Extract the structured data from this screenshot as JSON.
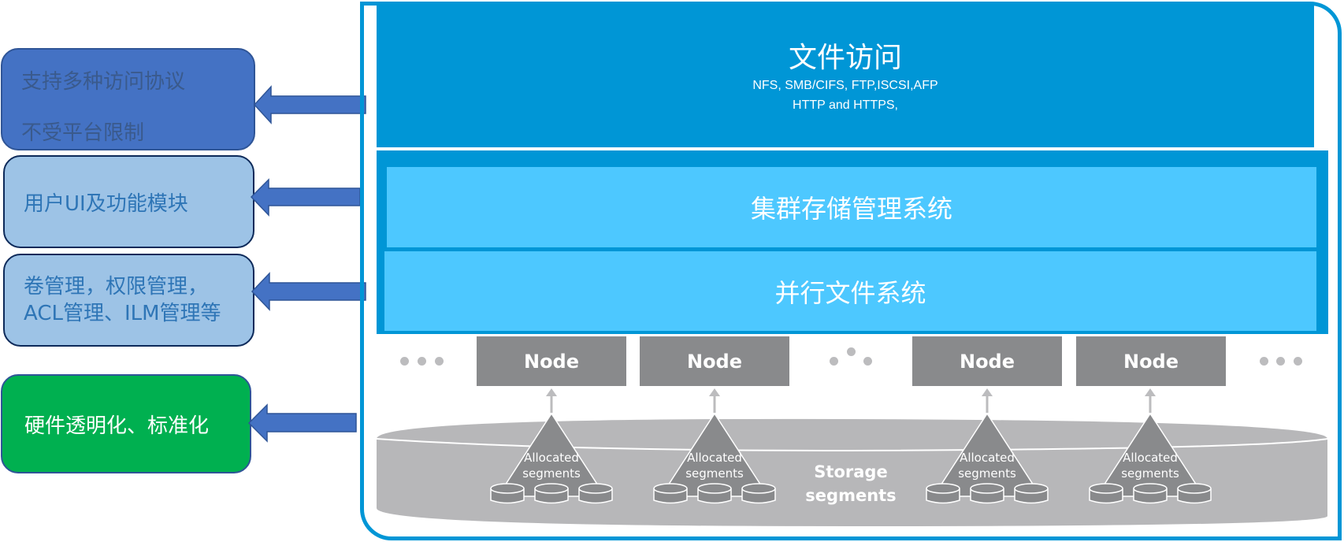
{
  "callouts": [
    {
      "lines": [
        "支持多种访问协议",
        "不受平台限制"
      ],
      "color": "#4472c4"
    },
    {
      "lines": [
        "用户UI及功能模块"
      ],
      "color": "#9dc3e6"
    },
    {
      "lines": [
        "卷管理，权限管理，",
        "ACL管理、ILM管理等"
      ],
      "color": "#9dc3e6"
    },
    {
      "lines": [
        "硬件透明化、标准化"
      ],
      "color": "#00b050"
    }
  ],
  "layers": {
    "file_access": {
      "title": "文件访问",
      "protocols_line1": "NFS, SMB/CIFS, FTP,ISCSI,AFP",
      "protocols_line2": "HTTP and HTTPS,"
    },
    "cluster_mgmt": "集群存储管理系统",
    "parallel_fs": "并行文件系统"
  },
  "nodes": [
    {
      "label": "Node",
      "segment_label_1": "Allocated",
      "segment_label_2": "segments"
    },
    {
      "label": "Node",
      "segment_label_1": "Allocated",
      "segment_label_2": "segments"
    },
    {
      "label": "Node",
      "segment_label_1": "Allocated",
      "segment_label_2": "segments"
    },
    {
      "label": "Node",
      "segment_label_1": "Allocated",
      "segment_label_2": "segments"
    }
  ],
  "storage": {
    "line1": "Storage",
    "line2": "segments"
  },
  "colors": {
    "frame": "#0096d6",
    "band_light": "#4dc8ff",
    "node": "#898a8c",
    "storage": "#b7b7b9",
    "arrow": "#4472c4"
  }
}
